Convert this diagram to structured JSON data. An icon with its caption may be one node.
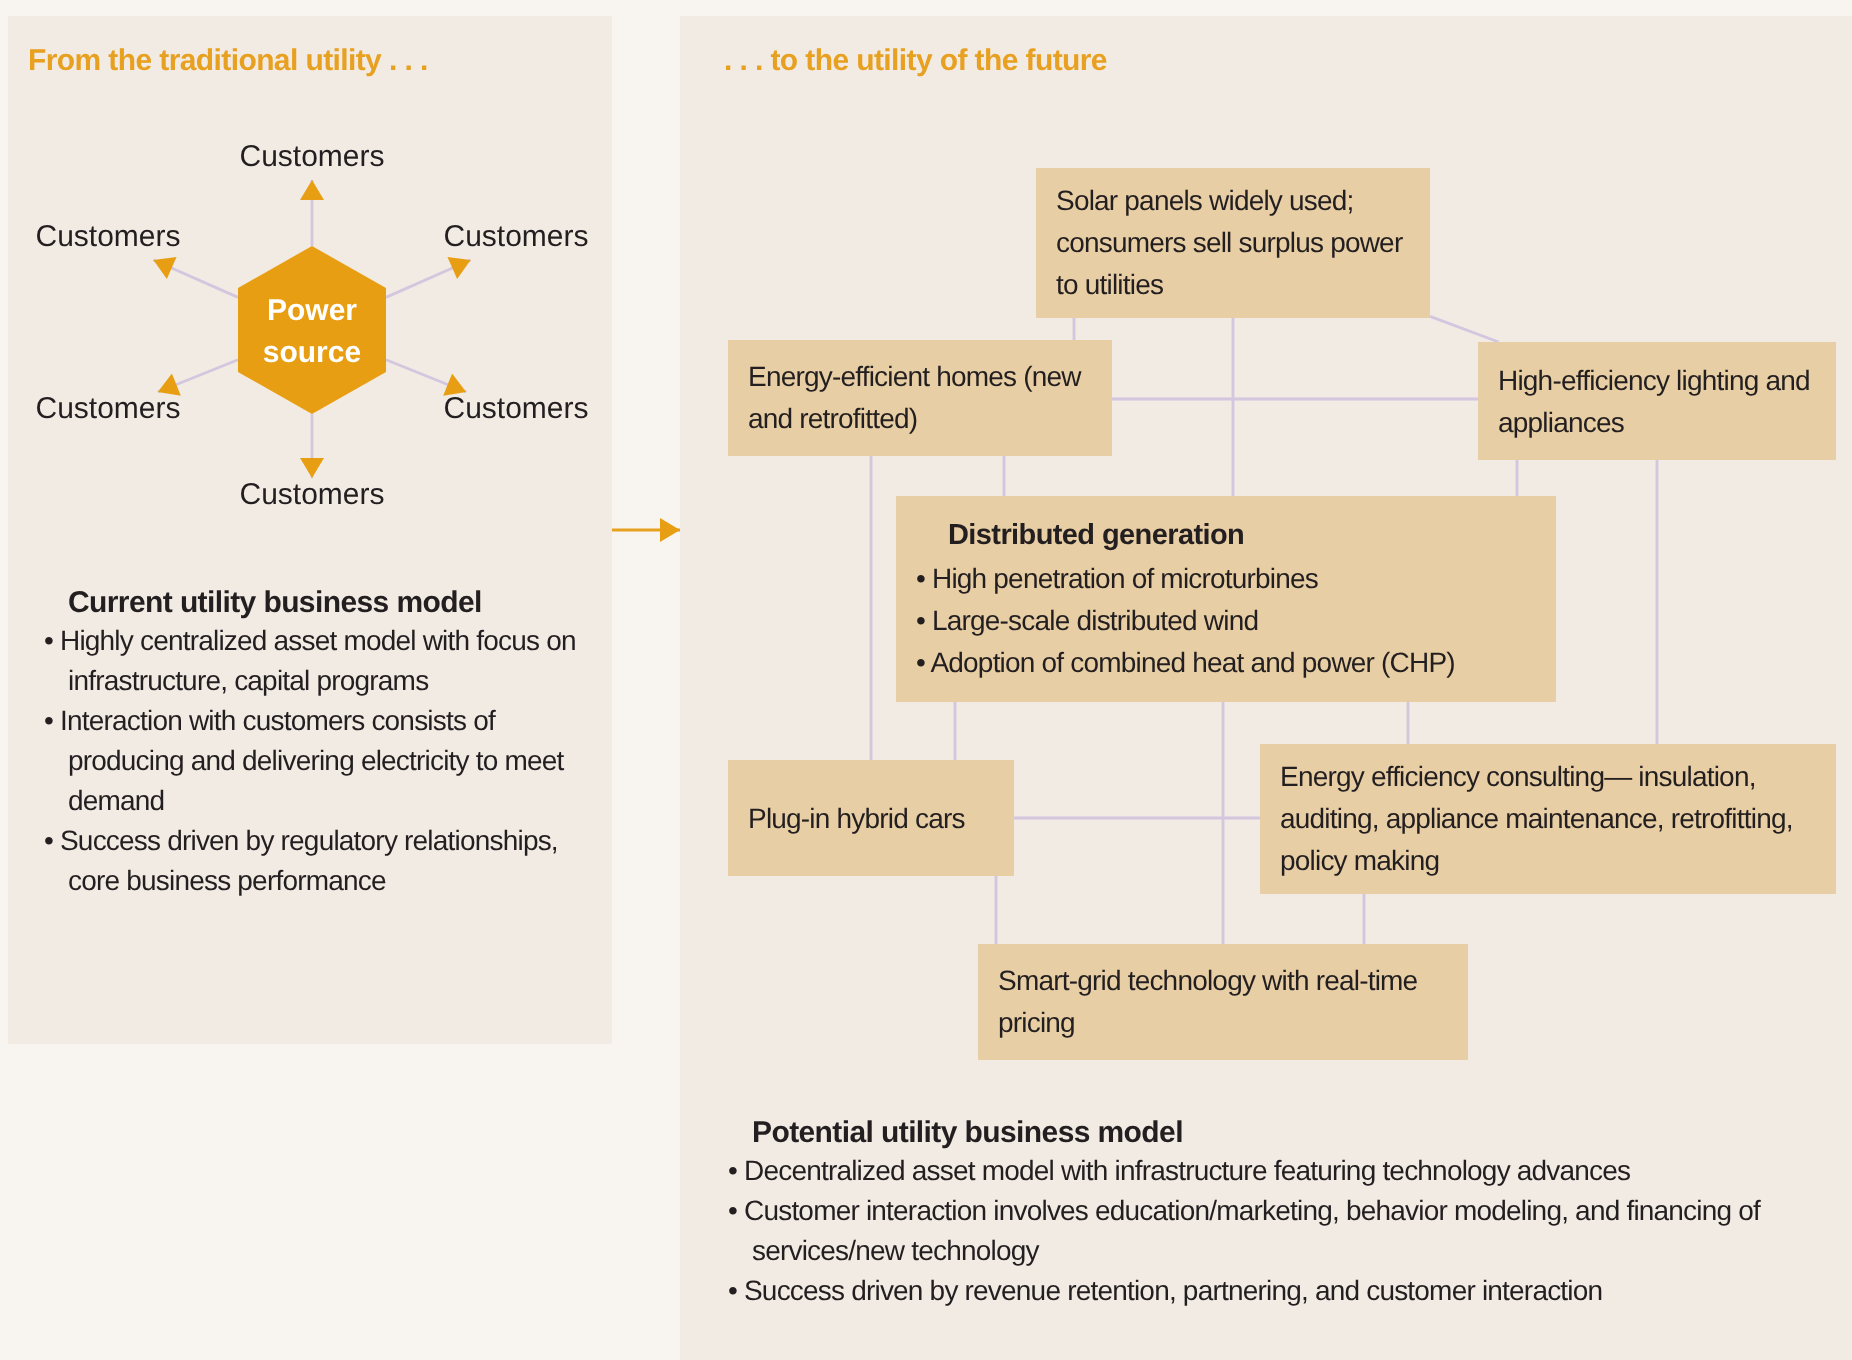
{
  "diagram": {
    "nodes": [
      {
        "text": [
          "From the traditional utility . . .",
          "Current utility business model",
          "• Highly centralized asset model with focus on infrastructure, capital programs",
          "• Interaction with customers consists of producing and delivering electricity to meet demand",
          "• Success driven by regulatory relationships, core business performance"
        ]
      },
      {
        "text": [
          "Power source"
        ],
        "in": 0
      },
      {
        "text": [
          "Customers"
        ],
        "in": 0
      },
      {
        "text": [
          "Customers"
        ],
        "in": 0
      },
      {
        "text": [
          "Customers"
        ],
        "in": 0
      },
      {
        "text": [
          "Customers"
        ],
        "in": 0
      },
      {
        "text": [
          "Customers"
        ],
        "in": 0
      },
      {
        "text": [
          "Customers"
        ],
        "in": 0
      },
      {
        "text": [
          ". . . to the utility of the future",
          "Potential utility business model",
          "• Decentralized asset model with infrastructure featuring technology advances",
          "• Customer interaction involves education/marketing, behavior modeling, and financing of services/new technology",
          "• Success driven by revenue retention, partnering, and customer interaction"
        ]
      },
      {
        "text": [
          "Solar panels widely used; consumers sell surplus power to utilities"
        ],
        "in": 8
      },
      {
        "text": [
          "Energy-efficient homes (new and retrofitted)"
        ],
        "in": 8
      },
      {
        "text": [
          "High-efficiency lighting and appliances"
        ],
        "in": 8
      },
      {
        "text": [
          "Distributed generation",
          "• High penetration of microturbines",
          "• Large-scale distributed wind",
          "• Adoption of combined heat and power (CHP)"
        ],
        "in": 8
      },
      {
        "text": [
          "Plug-in hybrid cars"
        ],
        "in": 8
      },
      {
        "text": [
          "Energy efficiency consulting— insulation, auditing, appliance maintenance, retrofitting, policy making"
        ],
        "in": 8
      },
      {
        "text": [
          "Smart-grid technology with real-time pricing"
        ],
        "in": 8
      }
    ],
    "edges": [
      {
        "from": 1,
        "to": 2,
        "arrow": "to"
      },
      {
        "from": 1,
        "to": 3,
        "arrow": "to"
      },
      {
        "from": 1,
        "to": 4,
        "arrow": "to"
      },
      {
        "from": 1,
        "to": 5,
        "arrow": "to"
      },
      {
        "from": 1,
        "to": 6,
        "arrow": "to"
      },
      {
        "from": 1,
        "to": 7,
        "arrow": "to"
      },
      {
        "from": 0,
        "to": 8,
        "arrow": "to",
        "color": "#e8a020"
      },
      {
        "from": 9,
        "to": 10,
        "arrow": "none"
      },
      {
        "from": 9,
        "to": 11,
        "arrow": "none"
      },
      {
        "from": 9,
        "to": 12,
        "arrow": "none"
      },
      {
        "from": 10,
        "to": 11,
        "arrow": "none"
      },
      {
        "from": 10,
        "to": 12,
        "arrow": "none"
      },
      {
        "from": 10,
        "to": 13,
        "arrow": "none"
      },
      {
        "from": 11,
        "to": 12,
        "arrow": "none"
      },
      {
        "from": 11,
        "to": 14,
        "arrow": "none"
      },
      {
        "from": 12,
        "to": 13,
        "arrow": "none"
      },
      {
        "from": 12,
        "to": 14,
        "arrow": "none"
      },
      {
        "from": 12,
        "to": 15,
        "arrow": "none"
      },
      {
        "from": 13,
        "to": 14,
        "arrow": "none"
      },
      {
        "from": 13,
        "to": 15,
        "arrow": "none"
      },
      {
        "from": 14,
        "to": 15,
        "arrow": "none"
      }
    ]
  }
}
